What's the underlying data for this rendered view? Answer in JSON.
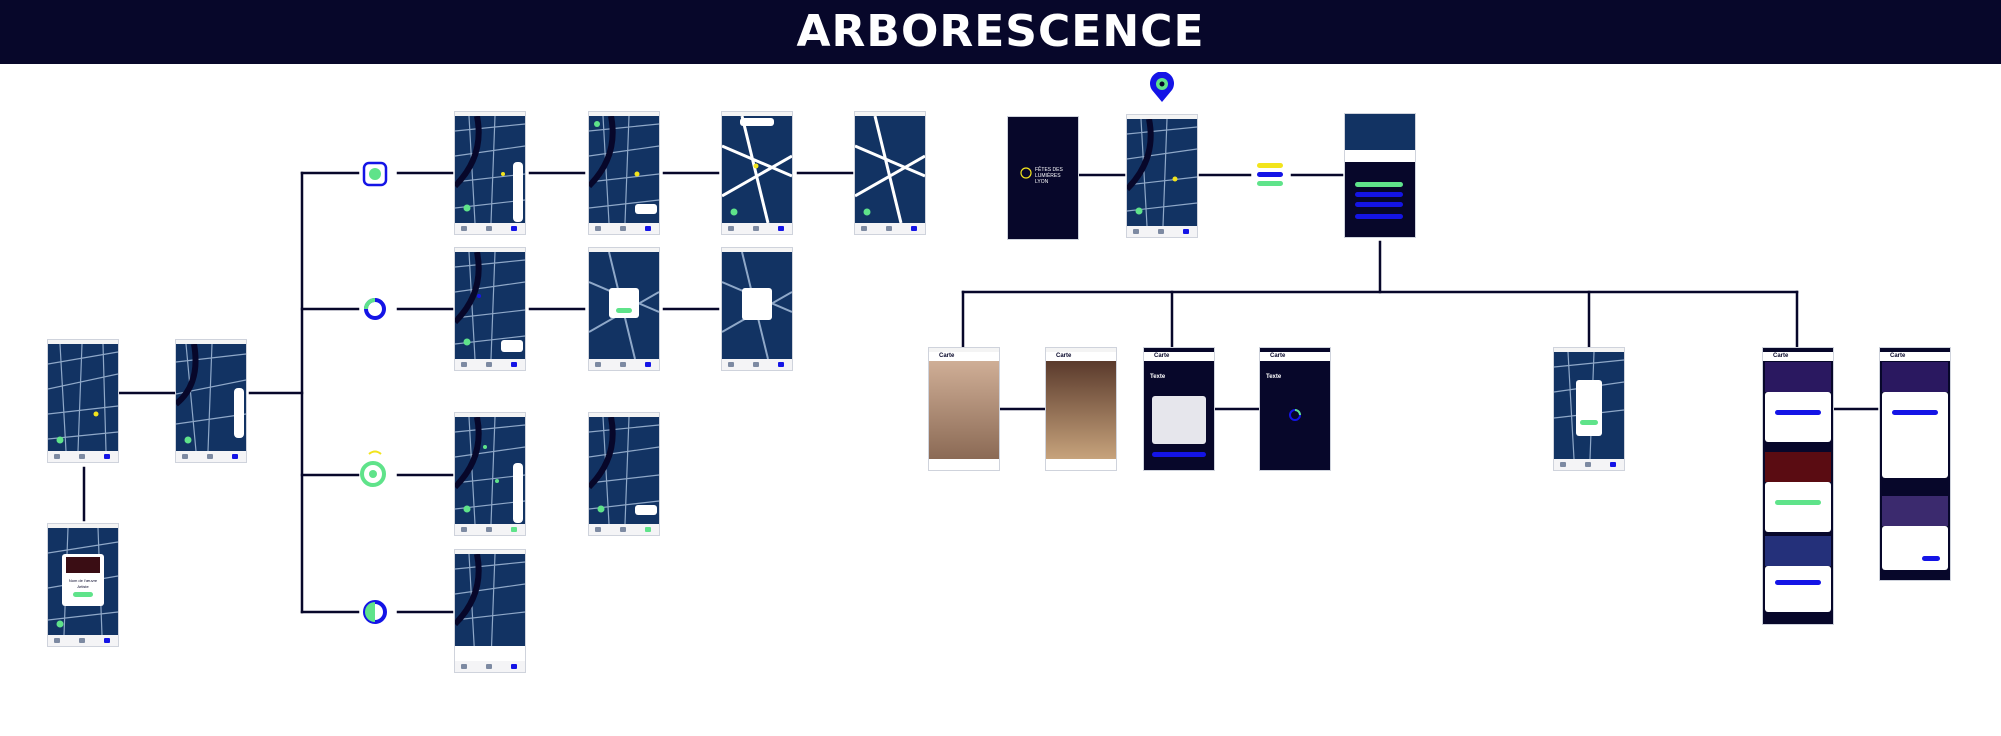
{
  "header": {
    "title": "ARBORESCENCE"
  },
  "colors": {
    "navy": "#07072a",
    "map_water": "#123363",
    "accent_green": "#5fe38a",
    "accent_blue": "#1414e6",
    "accent_yellow": "#f2e41c"
  },
  "splash": {
    "brand_line1": "FÊTES DES",
    "brand_line2": "LUMIÈRES",
    "brand_line3": "LYON"
  },
  "artwork_popup": {
    "title_line1": "Nom de l'œuvre",
    "title_line2": "Artiste"
  },
  "back_label": "Carte",
  "texte_screen": {
    "title": "Texte"
  },
  "icons": [
    "map-pin-icon",
    "location-filter-icon",
    "loading-ring-icon",
    "live-signal-icon",
    "globe-icon",
    "menu-lines-icon"
  ]
}
